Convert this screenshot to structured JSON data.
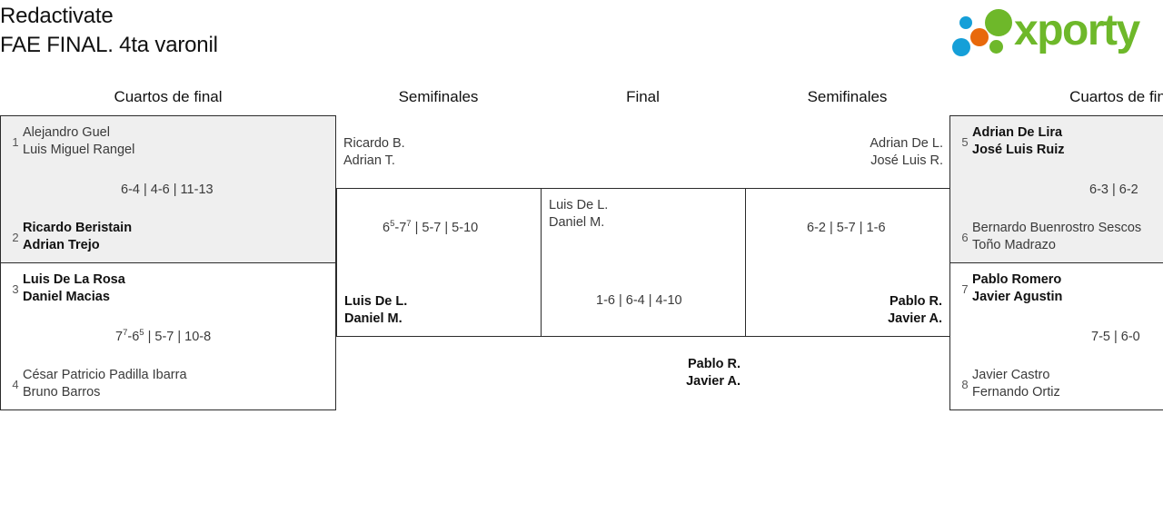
{
  "header": {
    "club_name": "Redactivate",
    "tournament_name": "FAE FINAL. 4ta varonil",
    "logo": {
      "wordmark": "xporty",
      "green": "#6eb82a",
      "blue": "#159fd8",
      "orange": "#e8690b"
    }
  },
  "rounds": {
    "qf_left": "Cuartos de final",
    "sf_left": "Semifinales",
    "final": "Final",
    "sf_right": "Semifinales",
    "qf_right": "Cuartos de fin"
  },
  "colors": {
    "shaded_row": "#efefef",
    "border": "#2b2b2b",
    "text": "#1a1a1a",
    "muted_text": "#3a3a3a"
  },
  "matches": {
    "qf1": {
      "shaded": true,
      "score": "6-4 | 4-6 | 11-13",
      "top": {
        "seed": "1",
        "player1": "Alejandro Guel",
        "player2": "Luis Miguel Rangel",
        "winner": false
      },
      "bottom": {
        "seed": "2",
        "player1": "Ricardo Beristain",
        "player2": "Adrian Trejo",
        "winner": true
      }
    },
    "qf2": {
      "shaded": false,
      "score_html": "7<sup>7</sup>-6<sup>5</sup> | 5-7 | 10-8",
      "score": "7(7)-6(5) | 5-7 | 10-8",
      "top": {
        "seed": "3",
        "player1": "Luis De La Rosa",
        "player2": "Daniel Macias",
        "winner": true
      },
      "bottom": {
        "seed": "4",
        "player1": "César Patricio Padilla Ibarra",
        "player2": "Bruno Barros",
        "winner": false
      }
    },
    "sf1": {
      "shaded": false,
      "score_html": "6<sup>5</sup>-7<sup>7</sup> | 5-7 | 5-10",
      "score": "6(5)-7(7) | 5-7 | 5-10",
      "top": {
        "player1": "Ricardo B.",
        "player2": "Adrian T.",
        "winner": false
      },
      "bottom": {
        "player1": "Luis De L.",
        "player2": "Daniel M.",
        "winner": true
      }
    },
    "final": {
      "shaded": false,
      "score": "1-6 | 6-4 | 4-10",
      "top": {
        "player1": "Luis De L.",
        "player2": "Daniel M.",
        "winner": false
      },
      "bottom": {
        "player1": "Pablo R.",
        "player2": "Javier A.",
        "winner": true
      }
    },
    "sf2": {
      "shaded": false,
      "score": "6-2 | 5-7 | 1-6",
      "top": {
        "player1": "Adrian De L.",
        "player2": "José Luis R.",
        "winner": false
      },
      "bottom": {
        "player1": "Pablo R.",
        "player2": "Javier A.",
        "winner": true
      }
    },
    "qf3": {
      "shaded": true,
      "score": "6-3 | 6-2",
      "top": {
        "seed": "5",
        "player1": "Adrian De Lira",
        "player2": "José Luis Ruiz",
        "winner": true
      },
      "bottom": {
        "seed": "6",
        "player1": "Bernardo Buenrostro Sescos",
        "player2": "Toño Madrazo",
        "winner": false
      }
    },
    "qf4": {
      "shaded": false,
      "score": "7-5 | 6-0",
      "top": {
        "seed": "7",
        "player1": "Pablo Romero",
        "player2": "Javier Agustin",
        "winner": true
      },
      "bottom": {
        "seed": "8",
        "player1": "Javier Castro",
        "player2": "Fernando Ortiz",
        "winner": false
      }
    }
  }
}
